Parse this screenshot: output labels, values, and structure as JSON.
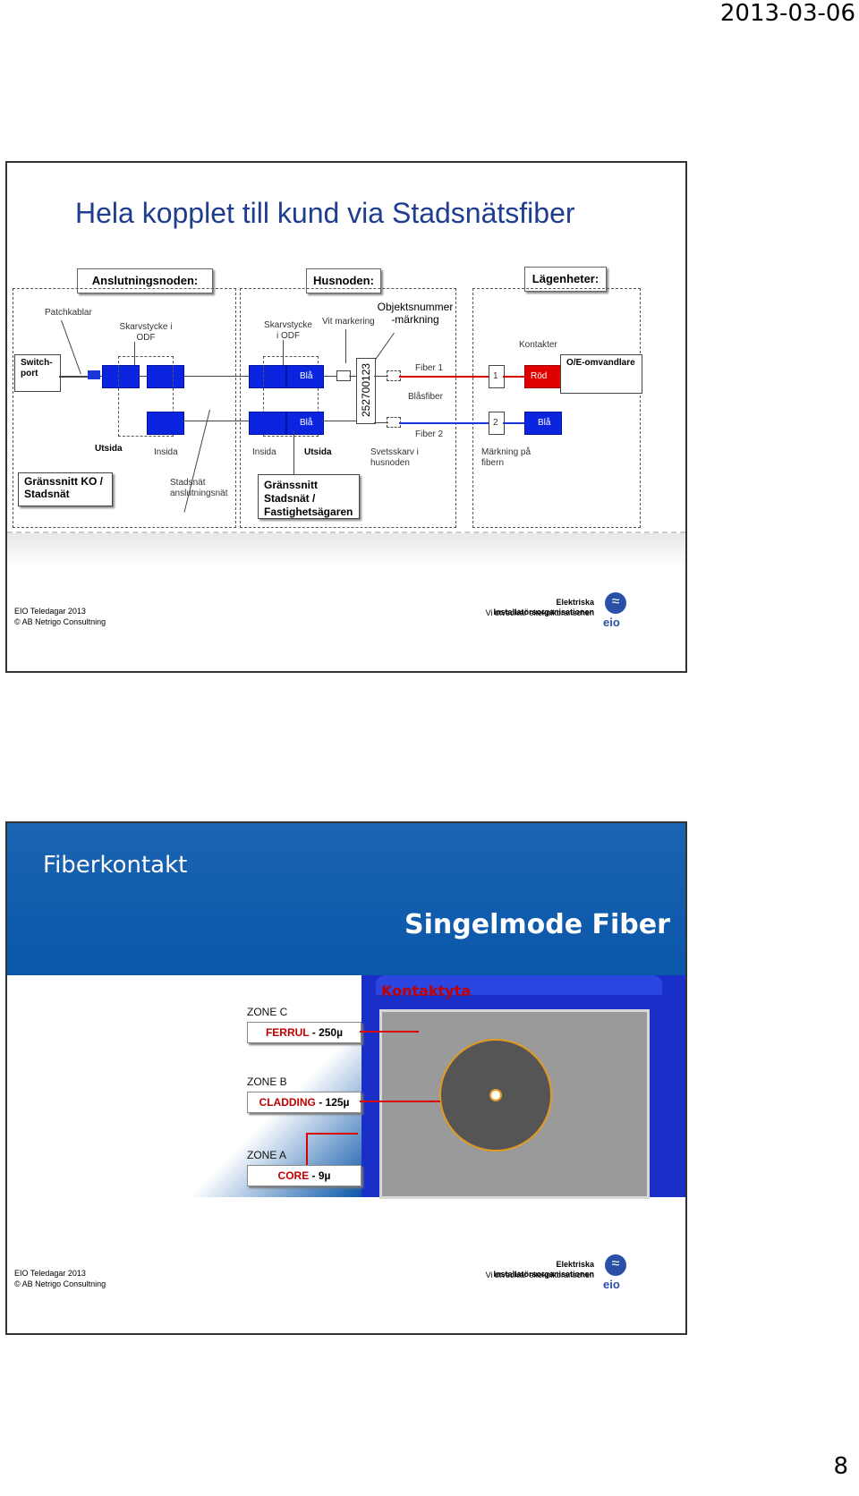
{
  "page": {
    "date": "2013-03-06",
    "page_number": "8"
  },
  "slide1": {
    "title": "Hela kopplet till kund via Stadsnätsfiber",
    "headers": {
      "anslutning": "Anslutningsnoden:",
      "husnod": "Husnoden:",
      "lagenhet": "Lägenheter:"
    },
    "labels": {
      "patchkablar": "Patchkablar",
      "skarv_odf_1": "Skarvstycke i ODF",
      "skarv_odf_2": "Skarvstycke i ODF",
      "vit_markering": "Vit markering",
      "objektsnummer": "Objektsnummer -märkning",
      "kontakter": "Kontakter",
      "switchport": "Switch-port",
      "bla_1": "Blå",
      "bla_2": "Blå",
      "bla_3": "Blå",
      "objektnr_value": "252700123",
      "fiber1": "Fiber 1",
      "blasfiber": "Blåsfiber",
      "fiber2": "Fiber 2",
      "num1": "1",
      "num2": "2",
      "rod": "Röd",
      "oe": "O/E-omvandlare",
      "utsida_1": "Utsida",
      "insida_1": "Insida",
      "insida_2": "Insida",
      "utsida_2": "Utsida",
      "svetsskarv": "Svetsskarv i husnoden",
      "markning_fibern": "Märkning på fibern",
      "gransnitt_ko": "Gränssnitt KO / Stadsnät",
      "stadsnat_anslutning": "Stadsnät anslutningsnät",
      "gransnitt_fastighet": "Gränssnitt Stadsnät / Fastighetsägaren"
    },
    "footer": {
      "line1": "EIO Teledagar 2013",
      "line2": "© AB Netrigo Consultning"
    },
    "brand": {
      "name": "Elektriska Installatörsorganisationen",
      "tagline": "Vi utvecklar elteknikbranschen",
      "logo": "eio"
    }
  },
  "slide2": {
    "title": "Fiberkontakt",
    "subtitle": "Singelmode Fiber",
    "kontaktyta": "Kontaktyta",
    "zones": [
      {
        "zone": "ZONE C",
        "name": "FERRUL",
        "size": " - 250µ"
      },
      {
        "zone": "ZONE B",
        "name": "CLADDING",
        "size": " - 125µ"
      },
      {
        "zone": "ZONE A",
        "name": "CORE",
        "size": " - 9µ"
      }
    ],
    "footer": {
      "line1": "EIO Teledagar 2013",
      "line2": "© AB Netrigo Consultning"
    },
    "brand": {
      "name": "Elektriska Installatörsorganisationen",
      "tagline": "Vi utvecklar elteknikbranschen",
      "logo": "eio"
    }
  },
  "colors": {
    "title_blue": "#1f3d8f",
    "slide_blue": "#0b57a8",
    "fiber_red": "#d80000",
    "connector_blue": "#0a24e0"
  }
}
